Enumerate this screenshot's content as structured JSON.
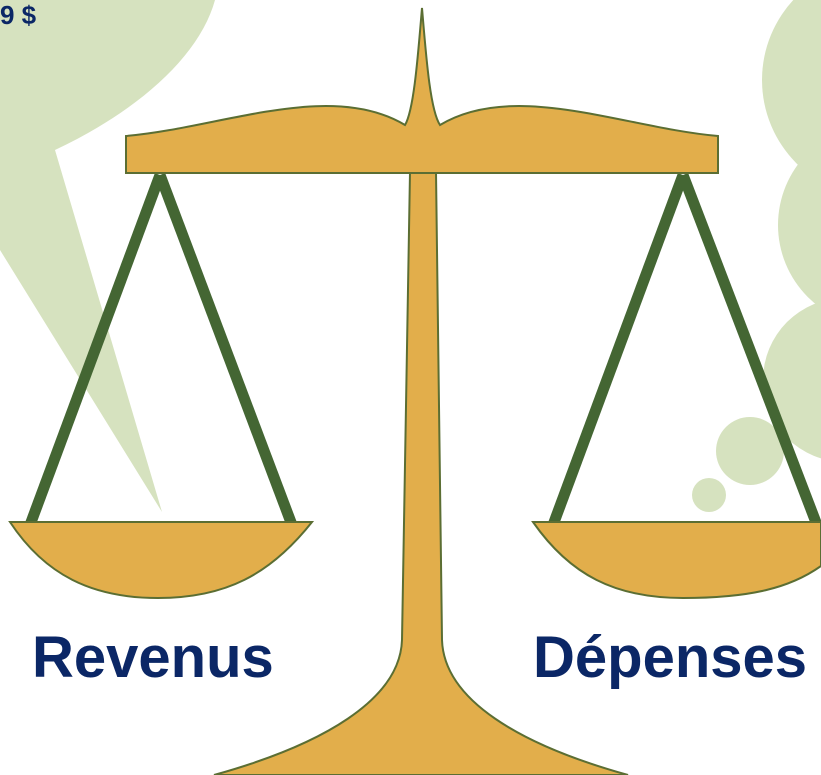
{
  "colors": {
    "bubble": "#d6e2bf",
    "scale_gold": "#e2ae4b",
    "scale_outline": "#5b6e33",
    "chain_green": "#446633",
    "label_navy": "#0b2766"
  },
  "speech_bubble": {
    "partial_text": "9 $"
  },
  "labels": {
    "left": "Revenus",
    "right": "Dépenses"
  }
}
